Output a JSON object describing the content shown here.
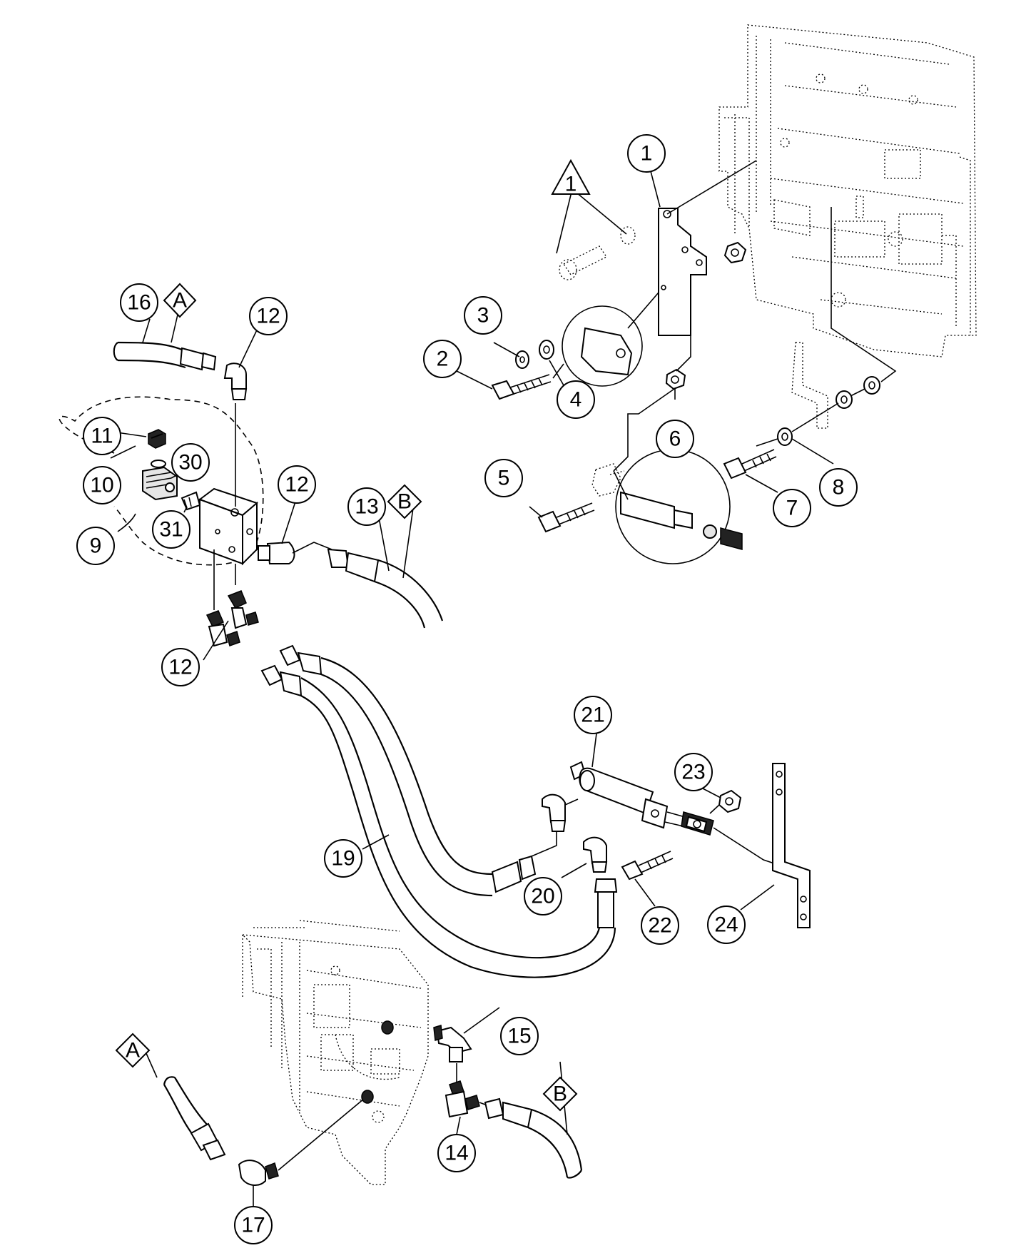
{
  "callouts": {
    "c1": "1",
    "c2": "2",
    "c3": "3",
    "c4": "4",
    "c5": "5",
    "c6": "6",
    "c7": "7",
    "c8": "8",
    "c9": "9",
    "c10": "10",
    "c11": "11",
    "c12a": "12",
    "c12b": "12",
    "c12c": "12",
    "c13": "13",
    "c14": "14",
    "c15": "15",
    "c16": "16",
    "c17": "17",
    "c19": "19",
    "c20": "20",
    "c21": "21",
    "c22": "22",
    "c23": "23",
    "c24": "24",
    "c30": "30",
    "c31": "31"
  },
  "markers": {
    "triangle_note": "1",
    "diamond_a_top": "A",
    "diamond_b_top": "B",
    "diamond_a_bottom": "A",
    "diamond_b_bottom": "B"
  }
}
